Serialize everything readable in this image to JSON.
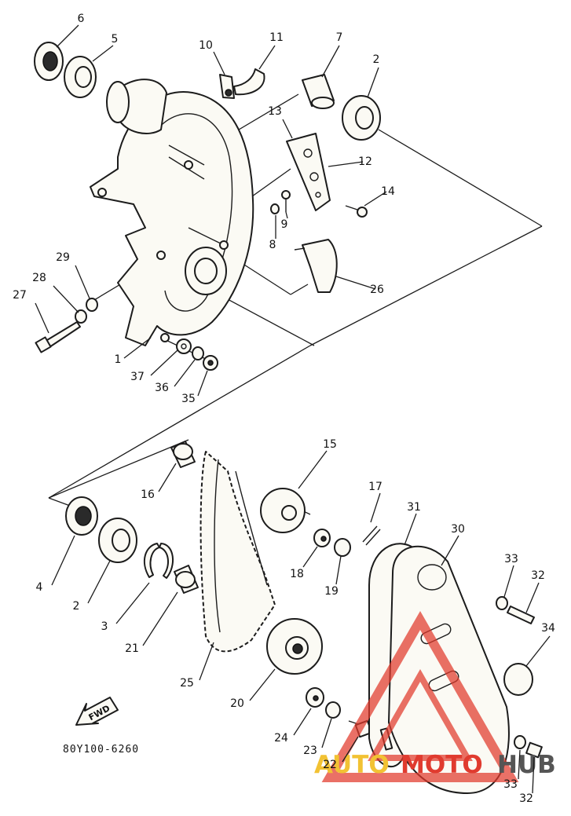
{
  "diagram": {
    "part_code": "80Y100-6260",
    "direction_label": "FWD",
    "callouts": [
      "6",
      "5",
      "10",
      "11",
      "7",
      "2",
      "13",
      "12",
      "14",
      "9",
      "8",
      "26",
      "29",
      "28",
      "27",
      "1",
      "37",
      "36",
      "35",
      "15",
      "16",
      "17",
      "31",
      "30",
      "4",
      "2",
      "18",
      "19",
      "3",
      "21",
      "33",
      "32",
      "34",
      "25",
      "20",
      "24",
      "23",
      "22",
      "33",
      "32"
    ]
  },
  "watermark": {
    "prefix": "AUTO",
    "middle": "MOTO",
    "suffix": "HUB",
    "colors": {
      "prefix": "#f2c233",
      "middle": "#e03b2f",
      "suffix": "#555555",
      "triangle": "#e23a2c"
    }
  }
}
